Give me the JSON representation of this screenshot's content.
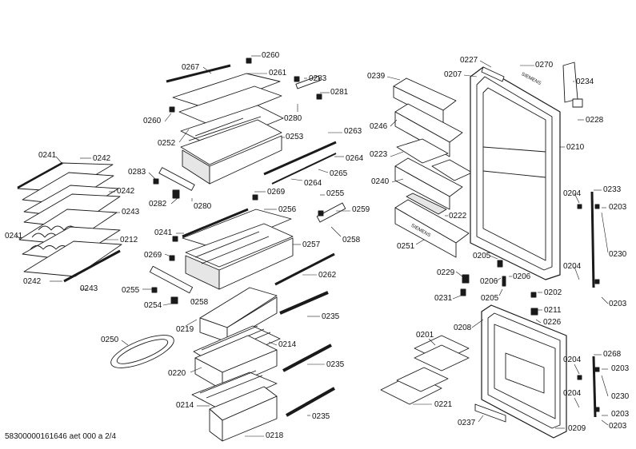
{
  "labels": [
    {
      "id": "p0260a",
      "text": "0260"
    },
    {
      "id": "p0267",
      "text": "0267"
    },
    {
      "id": "p0261",
      "text": "0261"
    },
    {
      "id": "p0283a",
      "text": "0283"
    },
    {
      "id": "p0281",
      "text": "0281"
    },
    {
      "id": "p0260b",
      "text": "0260"
    },
    {
      "id": "p0280a",
      "text": "0280"
    },
    {
      "id": "p0252",
      "text": "0252"
    },
    {
      "id": "p0253",
      "text": "0253"
    },
    {
      "id": "p0263",
      "text": "0263"
    },
    {
      "id": "p0264a",
      "text": "0264"
    },
    {
      "id": "p0265",
      "text": "0265"
    },
    {
      "id": "p0264b",
      "text": "0264"
    },
    {
      "id": "p0241a",
      "text": "0241"
    },
    {
      "id": "p0242a",
      "text": "0242"
    },
    {
      "id": "p0283b",
      "text": "0283"
    },
    {
      "id": "p0242b",
      "text": "0242"
    },
    {
      "id": "p0282",
      "text": "0282"
    },
    {
      "id": "p0280b",
      "text": "0280"
    },
    {
      "id": "p0269a",
      "text": "0269"
    },
    {
      "id": "p0255a",
      "text": "0255"
    },
    {
      "id": "p0243a",
      "text": "0243"
    },
    {
      "id": "p0256",
      "text": "0256"
    },
    {
      "id": "p0259",
      "text": "0259"
    },
    {
      "id": "p0241b",
      "text": "0241"
    },
    {
      "id": "p0212",
      "text": "0212"
    },
    {
      "id": "p0241c",
      "text": "0241"
    },
    {
      "id": "p0258a",
      "text": "0258"
    },
    {
      "id": "p0257",
      "text": "0257"
    },
    {
      "id": "p0269b",
      "text": "0269"
    },
    {
      "id": "p0242c",
      "text": "0242"
    },
    {
      "id": "p0243b",
      "text": "0243"
    },
    {
      "id": "p0262",
      "text": "0262"
    },
    {
      "id": "p0255b",
      "text": "0255"
    },
    {
      "id": "p0254",
      "text": "0254"
    },
    {
      "id": "p0258b",
      "text": "0258"
    },
    {
      "id": "p0219",
      "text": "0219"
    },
    {
      "id": "p0235a",
      "text": "0235"
    },
    {
      "id": "p0250",
      "text": "0250"
    },
    {
      "id": "p0214a",
      "text": "0214"
    },
    {
      "id": "p0220",
      "text": "0220"
    },
    {
      "id": "p0235b",
      "text": "0235"
    },
    {
      "id": "p0214b",
      "text": "0214"
    },
    {
      "id": "p0235c",
      "text": "0235"
    },
    {
      "id": "p0218",
      "text": "0218"
    },
    {
      "id": "p0227",
      "text": "0227"
    },
    {
      "id": "p0270",
      "text": "0270"
    },
    {
      "id": "p0239",
      "text": "0239"
    },
    {
      "id": "p0207",
      "text": "0207"
    },
    {
      "id": "p0234",
      "text": "0234"
    },
    {
      "id": "p0246",
      "text": "0246"
    },
    {
      "id": "p0228",
      "text": "0228"
    },
    {
      "id": "p0223",
      "text": "0223"
    },
    {
      "id": "p0210",
      "text": "0210"
    },
    {
      "id": "p0240",
      "text": "0240"
    },
    {
      "id": "p0233",
      "text": "0233"
    },
    {
      "id": "p0204a",
      "text": "0204"
    },
    {
      "id": "p0222",
      "text": "0222"
    },
    {
      "id": "p0203a",
      "text": "0203"
    },
    {
      "id": "p0251",
      "text": "0251"
    },
    {
      "id": "p0230a",
      "text": "0230"
    },
    {
      "id": "p0205a",
      "text": "0205"
    },
    {
      "id": "p0204b",
      "text": "0204"
    },
    {
      "id": "p0229",
      "text": "0229"
    },
    {
      "id": "p0206a",
      "text": "0206"
    },
    {
      "id": "p0206b",
      "text": "0206"
    },
    {
      "id": "p0202",
      "text": "0202"
    },
    {
      "id": "p0231",
      "text": "0231"
    },
    {
      "id": "p0205b",
      "text": "0205"
    },
    {
      "id": "p0203b",
      "text": "0203"
    },
    {
      "id": "p0211",
      "text": "0211"
    },
    {
      "id": "p0208",
      "text": "0208"
    },
    {
      "id": "p0226",
      "text": "0226"
    },
    {
      "id": "p0201",
      "text": "0201"
    },
    {
      "id": "p0268",
      "text": "0268"
    },
    {
      "id": "p0204c",
      "text": "0204"
    },
    {
      "id": "p0203c",
      "text": "0203"
    },
    {
      "id": "p0230b",
      "text": "0230"
    },
    {
      "id": "p0204d",
      "text": "0204"
    },
    {
      "id": "p0203d",
      "text": "0203"
    },
    {
      "id": "p0221",
      "text": "0221"
    },
    {
      "id": "p0237",
      "text": "0237"
    },
    {
      "id": "p0209",
      "text": "0209"
    },
    {
      "id": "p0203e",
      "text": "0203"
    }
  ],
  "brand_marks": {
    "top_strip": "SIEMENS",
    "bin_front": "SIEMENS"
  },
  "footer": "58300000161646 aet 000 a 2/4",
  "colors": {
    "line": "#1a1a1a",
    "fill": "#ffffff",
    "shade": "#dcdcdc"
  }
}
